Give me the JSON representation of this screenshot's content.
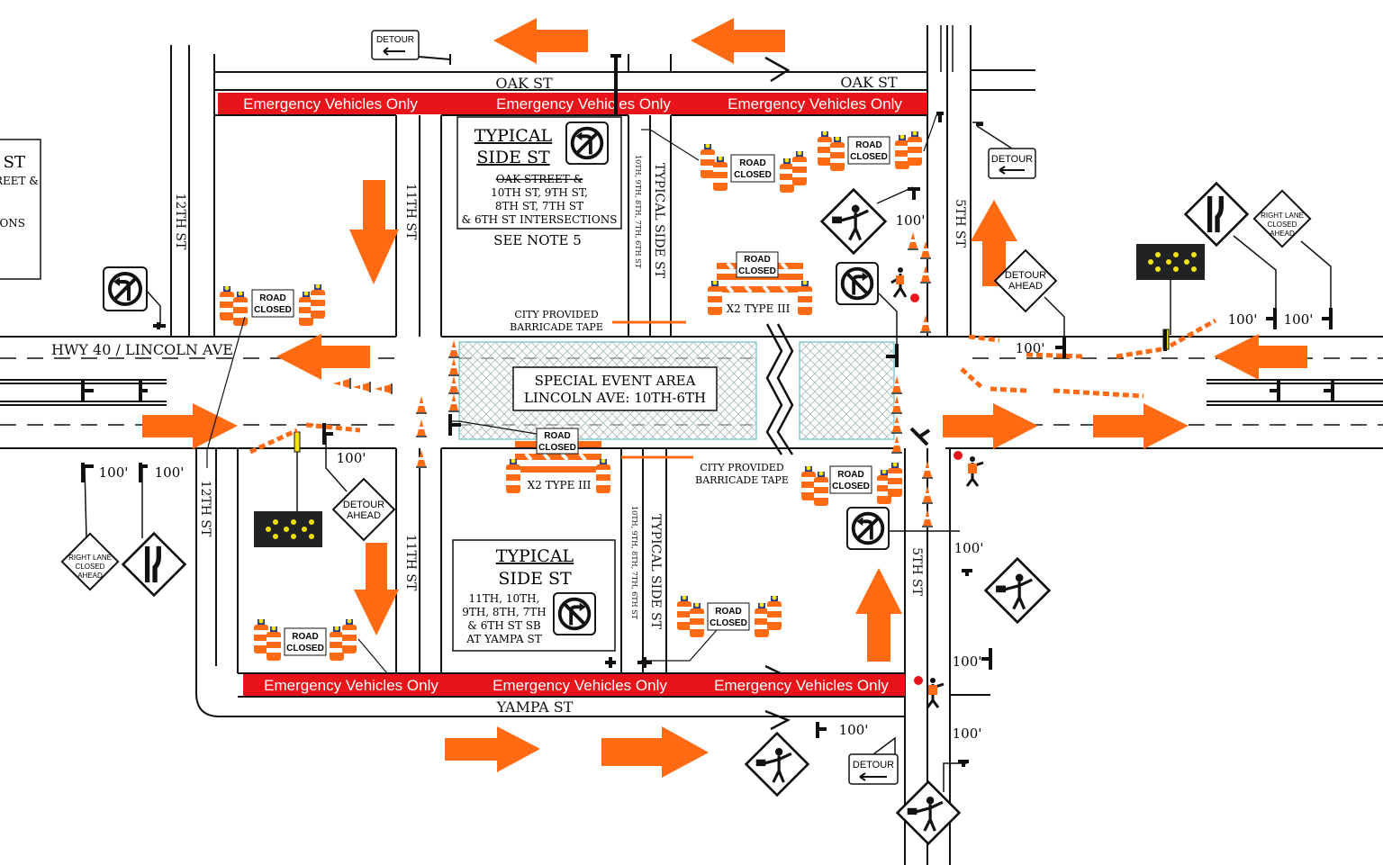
{
  "streets": {
    "oak_left": "OAK ST",
    "oak_right": "OAK ST",
    "yampa": "YAMPA ST",
    "hwy40": "HWY 40 / LINCOLN AVE",
    "st12_top": "12TH ST",
    "st12_bottom": "12TH ST",
    "st11_top": "11TH ST",
    "st11_bottom": "11TH ST",
    "st5_top": "5TH ST",
    "st5_bottom": "5TH ST",
    "typical_side_top": "TYPICAL SIDE ST",
    "typical_side_bottom": "TYPICAL SIDE ST",
    "side_list_top": "10TH, 9TH, 8TH, 7TH, 6TH ST",
    "side_list_bottom": "10TH, 9TH, 8TH, 7TH, 6TH ST"
  },
  "emergency_label": "Emergency Vehicles Only",
  "signs": {
    "detour": "DETOUR",
    "road": "ROAD",
    "closed": "CLOSED",
    "detour_ahead_1": "DETOUR",
    "detour_ahead_2": "AHEAD",
    "rlc_1": "RIGHT LANE",
    "rlc_2": "CLOSED",
    "rlc_3": "AHEAD"
  },
  "distances": {
    "d100": "100'"
  },
  "notes": {
    "top_title_1": "TYPICAL",
    "top_title_2": "SIDE ST",
    "top_line_1": "OAK STREET &",
    "top_line_2": "10TH ST, 9TH ST,",
    "top_line_3": "8TH ST, 7TH ST",
    "top_line_4": "& 6TH ST INTERSECTIONS",
    "see_note": "SEE NOTE 5",
    "bottom_title_1": "TYPICAL",
    "bottom_title_2": "SIDE ST",
    "bottom_line_1": "11TH, 10TH,",
    "bottom_line_2": "9TH, 8TH, 7TH",
    "bottom_line_3": "& 6TH ST SB",
    "bottom_line_4": "AT YAMPA ST",
    "left_partial_1": "ST",
    "left_partial_2": "REET &",
    "left_partial_3": "ONS"
  },
  "event_area": {
    "line1": "SPECIAL EVENT AREA",
    "line2": "LINCOLN AVE: 10TH-6TH"
  },
  "barricade": {
    "tape_1": "CITY PROVIDED",
    "tape_2": "BARRICADE TAPE",
    "type3": "X2 TYPE III"
  },
  "colors": {
    "orange": "#FF6A13",
    "red": "#E8141A",
    "arrow_board": "#222222",
    "arrow_lights": "#F2E20F"
  }
}
